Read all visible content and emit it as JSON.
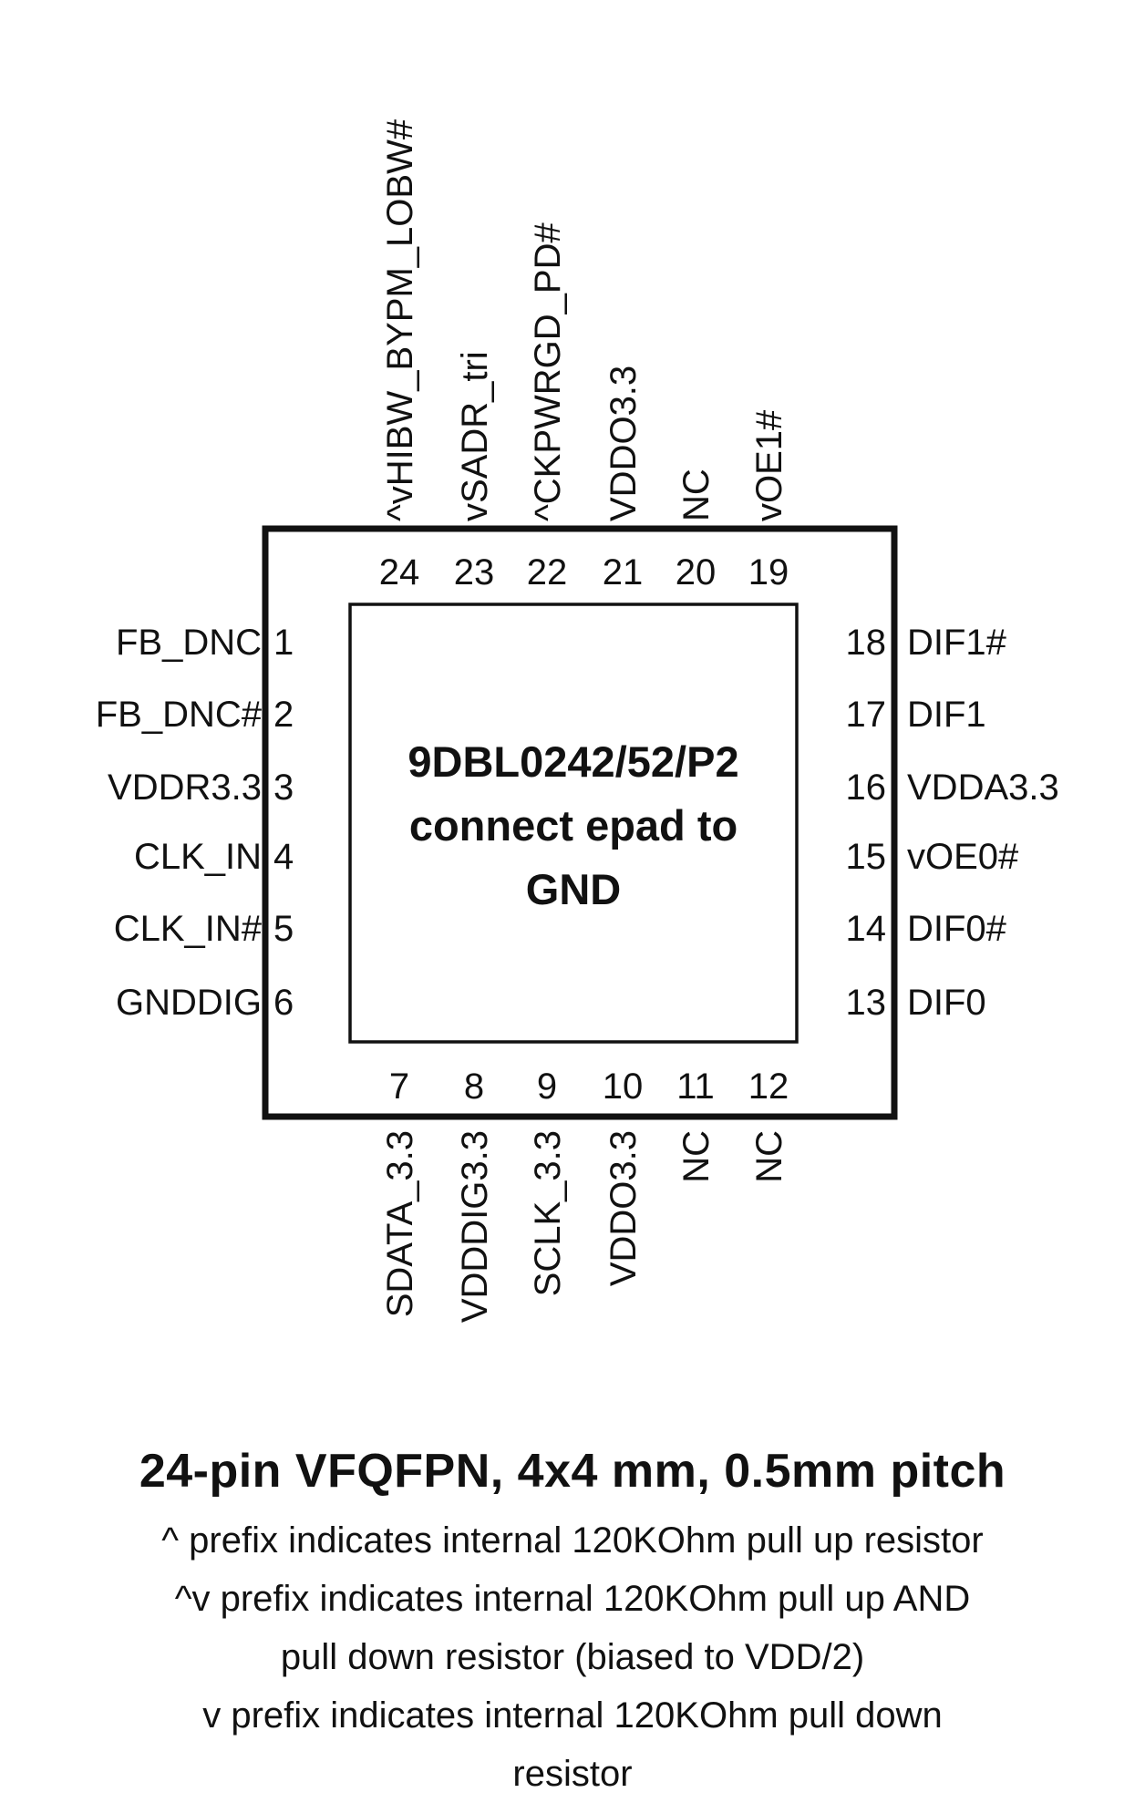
{
  "chip": {
    "label_lines": [
      "9DBL0242/52/P2",
      "connect epad to",
      "GND"
    ]
  },
  "pins": {
    "left": [
      {
        "num": "1",
        "name": "FB_DNC"
      },
      {
        "num": "2",
        "name": "FB_DNC#"
      },
      {
        "num": "3",
        "name": "VDDR3.3"
      },
      {
        "num": "4",
        "name": "CLK_IN"
      },
      {
        "num": "5",
        "name": "CLK_IN#"
      },
      {
        "num": "6",
        "name": "GNDDIG"
      }
    ],
    "bottom": [
      {
        "num": "7",
        "name": "SDATA_3.3"
      },
      {
        "num": "8",
        "name": "VDDDIG3.3"
      },
      {
        "num": "9",
        "name": "SCLK_3.3"
      },
      {
        "num": "10",
        "name": "VDDO3.3"
      },
      {
        "num": "11",
        "name": "NC"
      },
      {
        "num": "12",
        "name": "NC"
      }
    ],
    "right": [
      {
        "num": "18",
        "name": "DIF1#"
      },
      {
        "num": "17",
        "name": "DIF1"
      },
      {
        "num": "16",
        "name": "VDDA3.3"
      },
      {
        "num": "15",
        "name": "vOE0#"
      },
      {
        "num": "14",
        "name": "DIF0#"
      },
      {
        "num": "13",
        "name": "DIF0"
      }
    ],
    "top": [
      {
        "num": "24",
        "name": "^vHIBW_BYPM_LOBW#"
      },
      {
        "num": "23",
        "name": "vSADR_tri"
      },
      {
        "num": "22",
        "name": "^CKPWRGD_PD#"
      },
      {
        "num": "21",
        "name": "VDDO3.3"
      },
      {
        "num": "20",
        "name": "NC"
      },
      {
        "num": "19",
        "name": "vOE1#"
      }
    ]
  },
  "caption": {
    "title": "24-pin VFQFPN, 4x4 mm, 0.5mm pitch",
    "note1": "^ prefix indicates internal 120KOhm pull up resistor",
    "note2_line1": "^v prefix indicates internal 120KOhm pull up AND",
    "note2_line2": "pull down resistor (biased to VDD/2)",
    "note3_line1": "v prefix indicates internal 120KOhm pull down",
    "note3_line2": "resistor"
  },
  "colors": {
    "ink": "#111111",
    "background": "#ffffff"
  }
}
